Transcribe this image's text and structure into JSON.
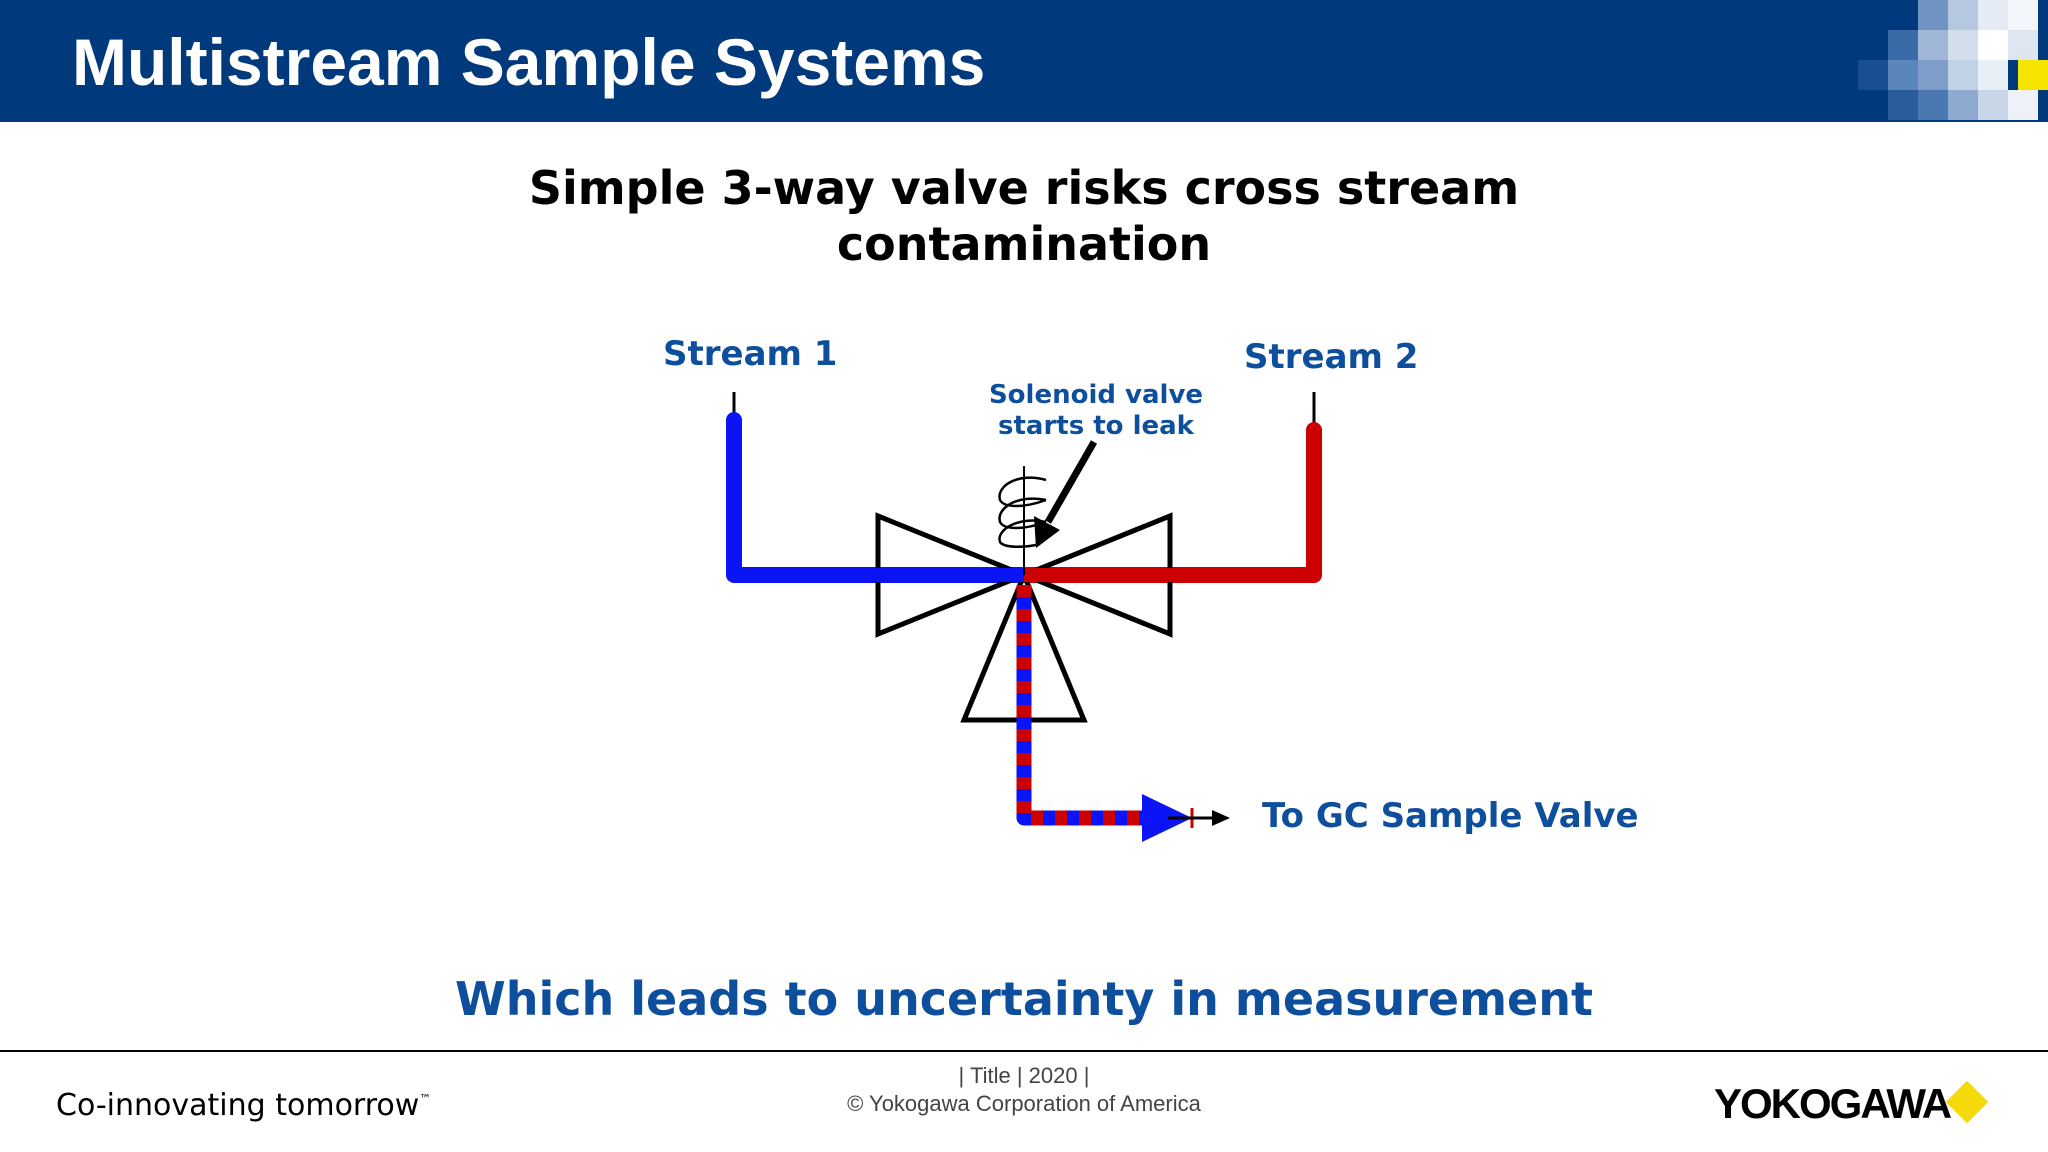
{
  "header": {
    "title": "Multistream Sample Systems"
  },
  "slide": {
    "subtitle_line1": "Simple 3-way valve risks cross stream",
    "subtitle_line2": "contamination",
    "conclusion": "Which leads to uncertainty in measurement"
  },
  "diagram": {
    "stream1_label": "Stream 1",
    "stream2_label": "Stream 2",
    "leak_label_line1": "Solenoid valve",
    "leak_label_line2": "starts to leak",
    "output_label": "To GC Sample Valve",
    "colors": {
      "stream1": "#0a14f5",
      "stream2": "#cc0000",
      "label": "#0d4f9c"
    }
  },
  "footer": {
    "tagline": "Co-innovating tomorrow",
    "trademark": "™",
    "center_line1": "| Title | 2020 |",
    "center_line2": "© Yokogawa Corporation of America",
    "logo": "YOKOGAWA"
  },
  "icons": {
    "brand_mosaic": "mosaic-pattern-icon",
    "logo_mark": "yellow-diamond-icon"
  }
}
